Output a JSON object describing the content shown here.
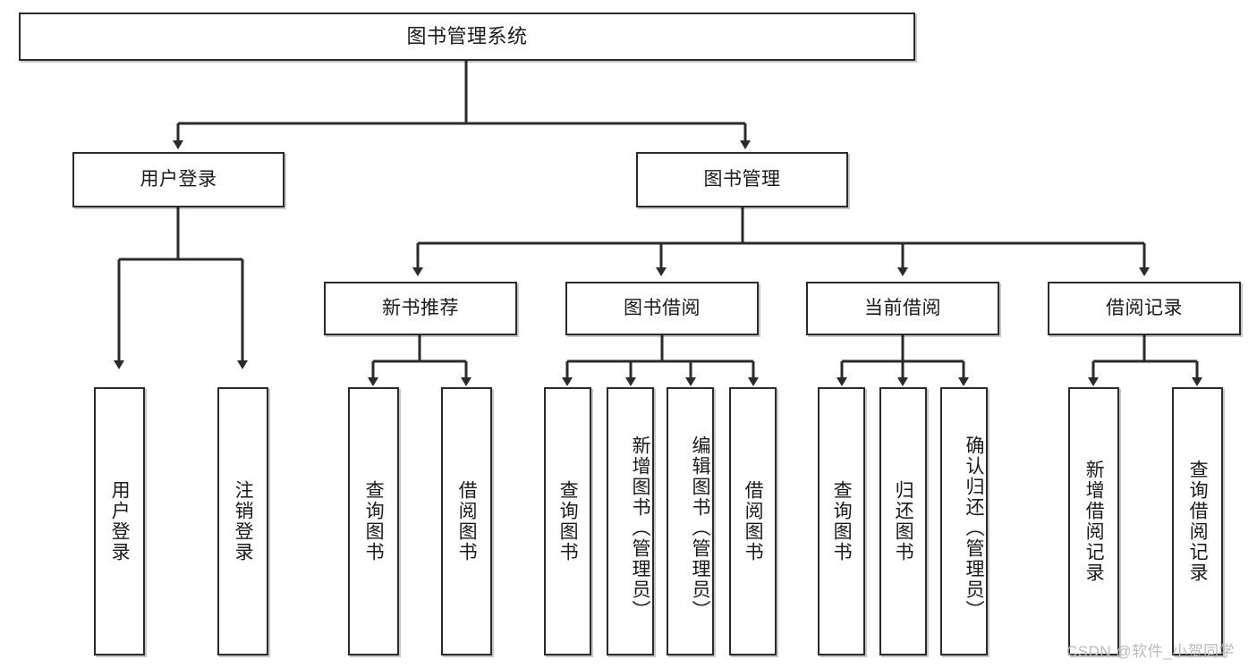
{
  "diagram": {
    "title": "图书管理系统",
    "type": "tree-hierarchy-diagram",
    "root": {
      "label": "图书管理系统"
    },
    "level2": [
      {
        "label": "用户登录"
      },
      {
        "label": "图书管理"
      }
    ],
    "level3": [
      {
        "label": "新书推荐"
      },
      {
        "label": "图书借阅"
      },
      {
        "label": "当前借阅"
      },
      {
        "label": "借阅记录"
      }
    ],
    "leaves": {
      "user_login": [
        {
          "label": "用户登录"
        },
        {
          "label": "注销登录"
        }
      ],
      "new_book_recommend": [
        {
          "label": "查询图书"
        },
        {
          "label": "借阅图书"
        }
      ],
      "book_borrow": [
        {
          "label": "查询图书"
        },
        {
          "label": "新增图书（管理员）"
        },
        {
          "label": "编辑图书（管理员）"
        },
        {
          "label": "借阅图书"
        }
      ],
      "current_borrow": [
        {
          "label": "查询图书"
        },
        {
          "label": "归还图书"
        },
        {
          "label": "确认归还（管理员）"
        }
      ],
      "borrow_record": [
        {
          "label": "新增借阅记录"
        },
        {
          "label": "查询借阅记录"
        }
      ]
    },
    "watermark": "CSDN @软件_小贺同学",
    "colors": {
      "border": "#2b2b2b",
      "background": "#ffffff",
      "text": "#1a1a1a",
      "watermark": "#b9b9b9"
    }
  }
}
